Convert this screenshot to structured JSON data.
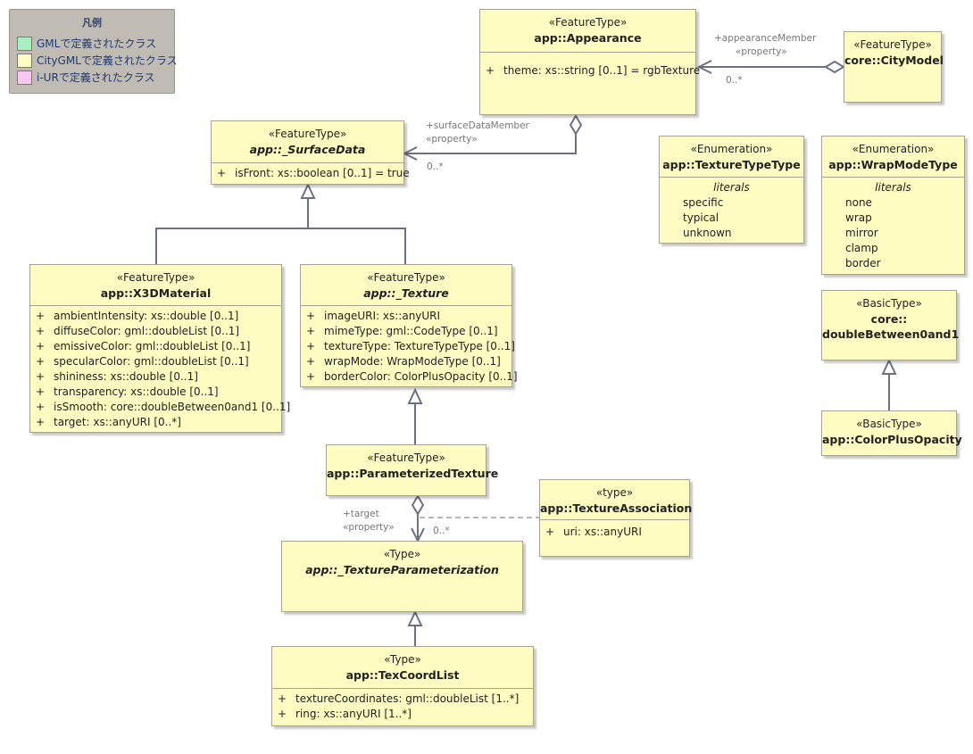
{
  "legend": {
    "title": "凡例",
    "items": [
      {
        "label": "GMLで定義されたクラス",
        "color": "#a8f0c4"
      },
      {
        "label": "CityGMLで定義されたクラス",
        "color": "#fffcc2"
      },
      {
        "label": "i-URで定義されたクラス",
        "color": "#f7c8f2"
      }
    ]
  },
  "classes": {
    "appearance": {
      "stereotype": "«FeatureType»",
      "name": "app::Appearance",
      "attributes": [
        {
          "vis": "+",
          "text": "theme: xs::string [0..1] =  rgbTexture"
        }
      ]
    },
    "citymodel": {
      "stereotype": "«FeatureType»",
      "name": "core::CityModel"
    },
    "surfacedata": {
      "stereotype": "«FeatureType»",
      "name": "app::_SurfaceData",
      "attributes": [
        {
          "vis": "+",
          "text": "isFront: xs::boolean [0..1] = true"
        }
      ]
    },
    "x3dmaterial": {
      "stereotype": "«FeatureType»",
      "name": "app::X3DMaterial",
      "attributes": [
        {
          "vis": "+",
          "text": "ambientIntensity: xs::double [0..1]"
        },
        {
          "vis": "+",
          "text": "diffuseColor: gml::doubleList [0..1]"
        },
        {
          "vis": "+",
          "text": "emissiveColor: gml::doubleList [0..1]"
        },
        {
          "vis": "+",
          "text": "specularColor: gml::doubleList [0..1]"
        },
        {
          "vis": "+",
          "text": "shininess: xs::double [0..1]"
        },
        {
          "vis": "+",
          "text": "transparency: xs::double [0..1]"
        },
        {
          "vis": "+",
          "text": "isSmooth: core::doubleBetween0and1 [0..1]"
        },
        {
          "vis": "+",
          "text": "target: xs::anyURI [0..*]"
        }
      ]
    },
    "texture": {
      "stereotype": "«FeatureType»",
      "name": "app::_Texture",
      "attributes": [
        {
          "vis": "+",
          "text": "imageURI: xs::anyURI"
        },
        {
          "vis": "+",
          "text": "mimeType: gml::CodeType [0..1]"
        },
        {
          "vis": "+",
          "text": "textureType: TextureTypeType [0..1]"
        },
        {
          "vis": "+",
          "text": "wrapMode: WrapModeType [0..1]"
        },
        {
          "vis": "+",
          "text": "borderColor: ColorPlusOpacity [0..1]"
        }
      ]
    },
    "paramtexture": {
      "stereotype": "«FeatureType»",
      "name": "app::ParameterizedTexture"
    },
    "texassoc": {
      "stereotype": "«type»",
      "name": "app::TextureAssociation",
      "attributes": [
        {
          "vis": "+",
          "text": "uri: xs::anyURI"
        }
      ]
    },
    "texparam": {
      "stereotype": "«Type»",
      "name": "app::_TextureParameterization"
    },
    "texcoordlist": {
      "stereotype": "«Type»",
      "name": "app::TexCoordList",
      "attributes": [
        {
          "vis": "+",
          "text": "textureCoordinates: gml::doubleList [1..*]"
        },
        {
          "vis": "+",
          "text": "ring: xs::anyURI [1..*]"
        }
      ]
    },
    "texturetypetype": {
      "stereotype": "«Enumeration»",
      "name": "app::TextureTypeType",
      "literals_header": "literals",
      "literals": [
        "specific",
        "typical",
        "unknown"
      ]
    },
    "wrapmodetype": {
      "stereotype": "«Enumeration»",
      "name": "app::WrapModeType",
      "literals_header": "literals",
      "literals": [
        "none",
        "wrap",
        "mirror",
        "clamp",
        "border"
      ]
    },
    "doublebetween": {
      "stereotype": "«BasicType»",
      "name_line1": "core::",
      "name_line2": "doubleBetween0and1"
    },
    "colorplusopacity": {
      "stereotype": "«BasicType»",
      "name": "app::ColorPlusOpacity"
    }
  },
  "edges": {
    "appearance_member": {
      "role": "+appearanceMember",
      "stereotype": "«property»",
      "multiplicity": "0..*"
    },
    "surface_data_member": {
      "role": "+surfaceDataMember",
      "stereotype": "«property»",
      "multiplicity": "0..*"
    },
    "target": {
      "role": "+target",
      "stereotype": "«property»",
      "multiplicity": "0..*"
    }
  },
  "colors": {
    "class_fill": "#fffcc2",
    "border": "#a8a290",
    "connector": "#6b7185"
  }
}
